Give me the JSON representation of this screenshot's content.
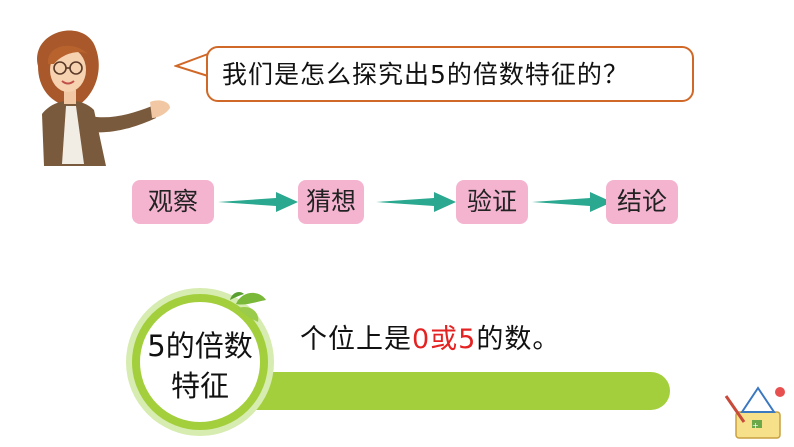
{
  "question": "我们是怎么探究出5的倍数特征的？",
  "steps": [
    {
      "label": "观察"
    },
    {
      "label": "猜想"
    },
    {
      "label": "验证"
    },
    {
      "label": "结论"
    }
  ],
  "feature_badge": {
    "line1": "5的倍数",
    "line2": "特征"
  },
  "feature_text": {
    "prefix": "个位上是",
    "highlight": "0或5",
    "suffix": "的数。"
  },
  "colors": {
    "bubble_border": "#d06828",
    "step_bg": "#f4b4d0",
    "arrow": "#2aa890",
    "green": "#a3cf3c",
    "highlight": "#e52222"
  }
}
